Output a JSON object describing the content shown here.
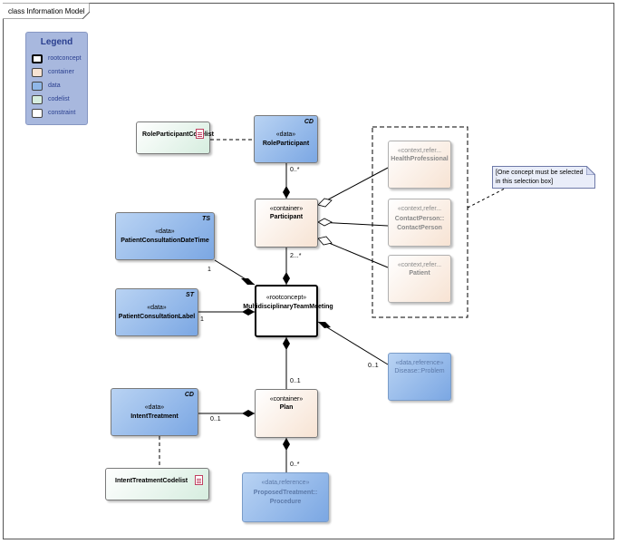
{
  "frame": {
    "title": "class Information Model"
  },
  "legend": {
    "title": "Legend",
    "items": [
      {
        "label": "rootconcept",
        "color": "#ffffff",
        "border": "#000000"
      },
      {
        "label": "container",
        "color": "#f7e3d3",
        "border": "#7a7a7a"
      },
      {
        "label": "data",
        "color": "#8fb7e8",
        "border": "#7a7a7a"
      },
      {
        "label": "codelist",
        "color": "#d6eddf",
        "border": "#7a7a7a"
      },
      {
        "label": "constraint",
        "color": "#ffffff",
        "border": "#7a7a7a"
      }
    ]
  },
  "nodes": {
    "role_participant_codelist": {
      "name": "RoleParticipantCodelist"
    },
    "role_participant": {
      "stereotype": "«data»",
      "name": "RoleParticipant",
      "tag": "CD"
    },
    "participant": {
      "stereotype": "«container»",
      "name": "Participant"
    },
    "health_professional": {
      "stereotype": "«context,refer...",
      "name": "HealthProfessional"
    },
    "contact_person": {
      "stereotype": "«context,refer...",
      "name_line1": "ContactPerson::",
      "name_line2": "ContactPerson"
    },
    "patient": {
      "stereotype": "«context,refer...",
      "name": "Patient"
    },
    "patient_consultation_datetime": {
      "stereotype": "«data»",
      "name": "PatientConsultationDateTime",
      "tag": "TS"
    },
    "patient_consultation_label": {
      "stereotype": "«data»",
      "name": "PatientConsultationLabel",
      "tag": "ST"
    },
    "mdt_meeting": {
      "stereotype": "«rootconcept»",
      "name": "MultidisciplinaryTeamMeeting"
    },
    "disease_problem": {
      "stereotype": "«data,reference»",
      "name": "Disease::Problem"
    },
    "intent_treatment": {
      "stereotype": "«data»",
      "name": "IntentTreatment",
      "tag": "CD"
    },
    "plan": {
      "stereotype": "«container»",
      "name": "Plan"
    },
    "intent_treatment_codelist": {
      "name": "IntentTreatmentCodelist"
    },
    "proposed_treatment": {
      "stereotype": "«data,reference»",
      "name_line1": "ProposedTreatment::",
      "name_line2": "Procedure"
    }
  },
  "note": {
    "text": "[One concept must be selected in this selection box]"
  },
  "multiplicities": {
    "role_participant": "0..*",
    "participant": "2...*",
    "datetime": "1",
    "label": "1",
    "plan": "0..1",
    "disease": "0..1",
    "intent": "0..1",
    "proposed": "0..*"
  }
}
